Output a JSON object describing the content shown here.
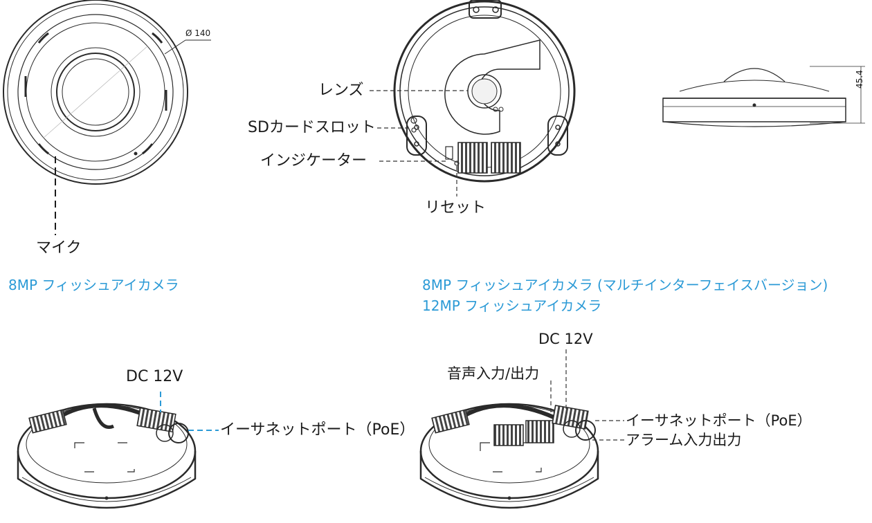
{
  "colors": {
    "caption": "#2b9ad6",
    "leader_blue": "#2b9ad6",
    "line": "#2a2a2a",
    "leader": "#333333"
  },
  "top_left": {
    "diameter_label": "Ø 140",
    "mic_label": "マイク",
    "caption": "8MP フィッシュアイカメラ"
  },
  "top_center": {
    "lens_label": "レンズ",
    "sd_slot_label": "SDカードスロット",
    "indicator_label": "インジケーター",
    "reset_label": "リセット",
    "caption_line1": "8MP フィッシュアイカメラ (マルチインターフェイスバージョン)",
    "caption_line2": "12MP フィッシュアイカメラ"
  },
  "top_right": {
    "height_label": "45.4"
  },
  "bottom_left": {
    "dc_label": "DC 12V",
    "ethernet_label": "イーサネットポート（PoE）"
  },
  "bottom_right": {
    "dc_label": "DC 12V",
    "audio_label": "音声入力/出力",
    "ethernet_label": "イーサネットポート（PoE）",
    "alarm_label": "アラーム入力出力"
  }
}
